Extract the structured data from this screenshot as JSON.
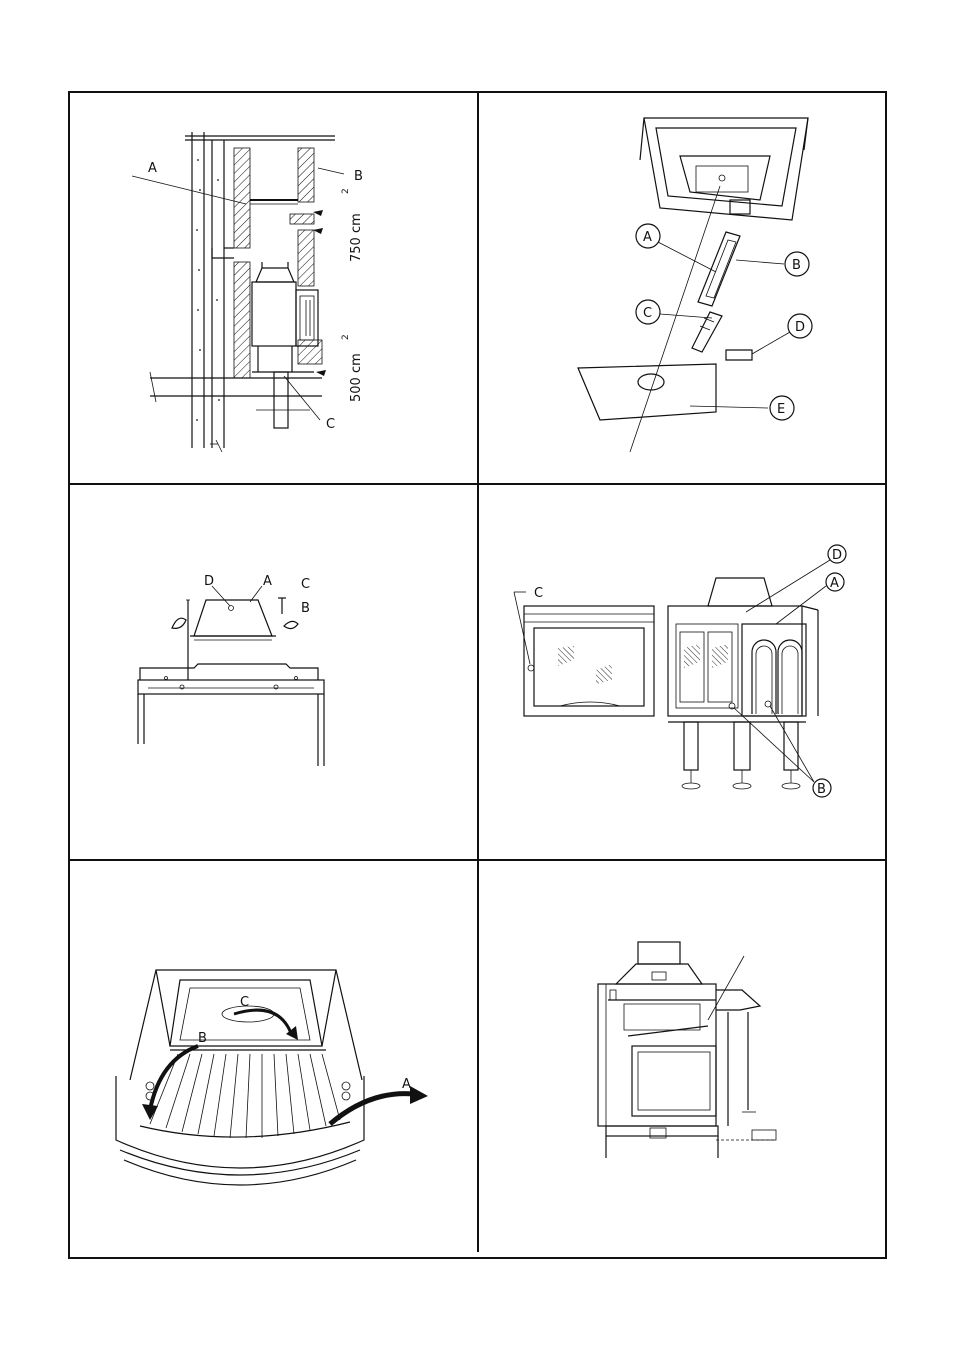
{
  "panels": [
    {
      "id": "chimney-section",
      "labels": {
        "a": "A",
        "b": "B",
        "c": "C"
      },
      "dimensions": {
        "upper": "750 cm",
        "upper_sup": "2",
        "lower": "500 cm",
        "lower_sup": "2"
      }
    },
    {
      "id": "damper-assembly",
      "labels": {
        "a": "A",
        "b": "B",
        "c": "C",
        "d": "D",
        "e": "E"
      }
    },
    {
      "id": "flue-collar",
      "labels": {
        "a": "A",
        "b": "B",
        "c": "C",
        "d": "D"
      }
    },
    {
      "id": "door-removal",
      "labels": {
        "a": "A",
        "b": "B",
        "c": "C",
        "d": "D"
      }
    },
    {
      "id": "grate-removal",
      "labels": {
        "a": "A",
        "b": "B",
        "c": "C"
      }
    },
    {
      "id": "side-section"
    }
  ]
}
